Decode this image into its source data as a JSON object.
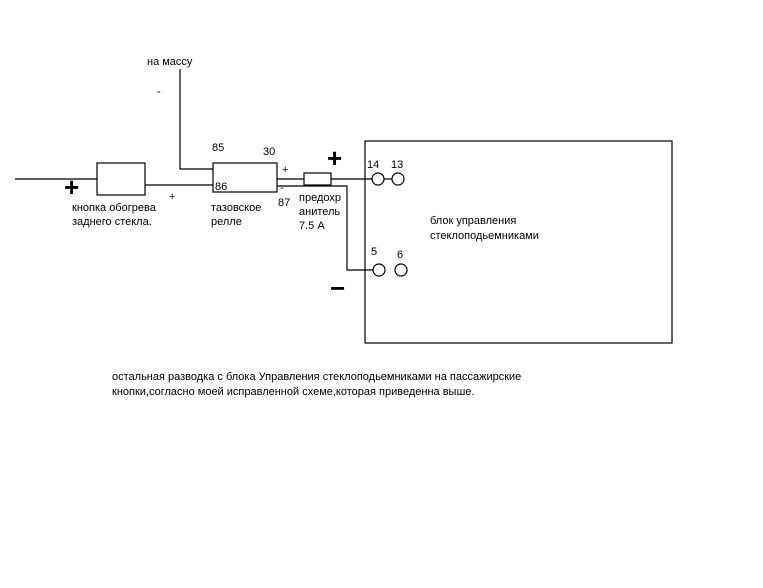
{
  "ground": {
    "label": "на массу",
    "sign": "-"
  },
  "button": {
    "line1": "кнопка обогрева",
    "line2": "заднего стекла.",
    "plus": "+",
    "wire_plus": "+"
  },
  "relay": {
    "pin85": "85",
    "pin30": "30",
    "pin86": "86",
    "pin87": "87",
    "line1": "тазовское",
    "line2": "релле",
    "out_plus": "+",
    "out_minus": "-"
  },
  "fuse": {
    "line1": "предохр",
    "line2": "анитель",
    "line3": "7.5 А"
  },
  "signs": {
    "plus": "+",
    "minus": "−"
  },
  "block": {
    "line1": "блок управления",
    "line2": "стеклоподьемниками",
    "pin14": "14",
    "pin13": "13",
    "pin5": "5",
    "pin6": "6"
  },
  "note": {
    "line1": "остальная разводка с блока Управления стеклоподьемниками на пассажирские",
    "line2": "кнопки,согласно моей исправленной схеме,которая приведенна выше."
  }
}
